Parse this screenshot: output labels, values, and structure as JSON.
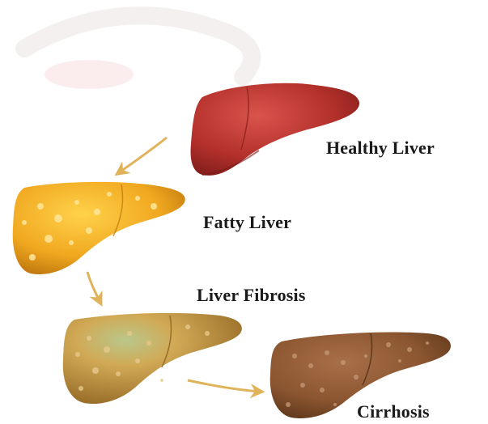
{
  "stages": [
    {
      "key": "healthy",
      "label": "Healthy Liver",
      "color": "#b3302b"
    },
    {
      "key": "fatty",
      "label": "Fatty Liver",
      "color": "#f0a820"
    },
    {
      "key": "fibrosis",
      "label": "Liver Fibrosis",
      "color": "#c79a3c"
    },
    {
      "key": "cirrhosis",
      "label": "Cirrhosis",
      "color": "#8a5530"
    }
  ],
  "arrow_color": "#e0b35a",
  "background": "#ffffff"
}
